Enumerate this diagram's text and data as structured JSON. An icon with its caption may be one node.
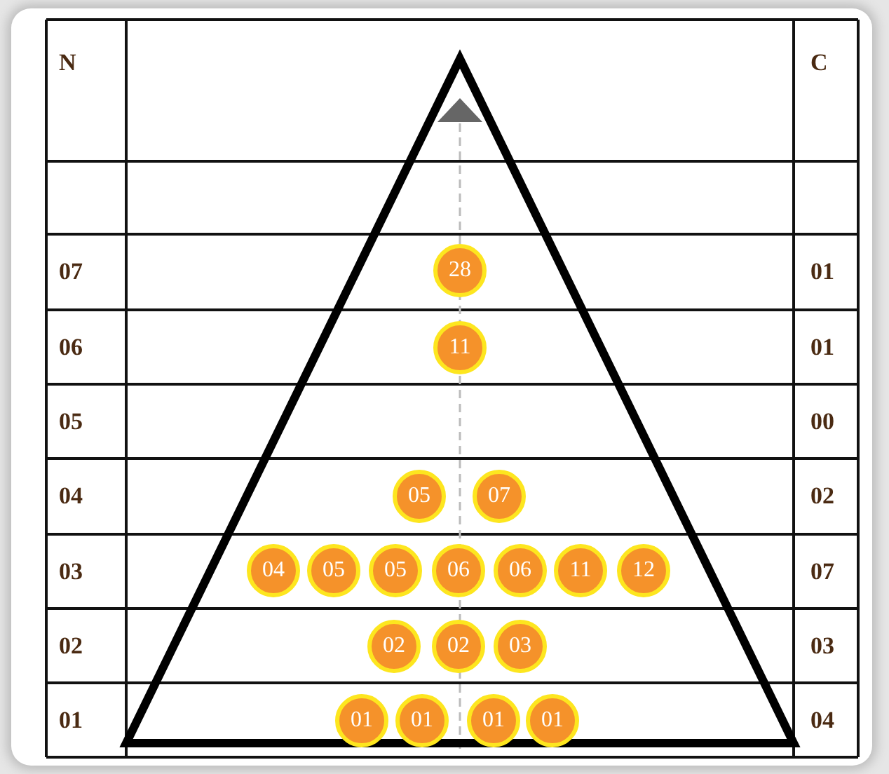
{
  "diagram": {
    "nodes": [
      {
        "text": [
          "28"
        ]
      },
      {
        "text": [
          "11"
        ]
      },
      {
        "text": [
          "05"
        ]
      },
      {
        "text": [
          "07"
        ]
      },
      {
        "text": [
          "04"
        ]
      },
      {
        "text": [
          "05"
        ]
      },
      {
        "text": [
          "05"
        ]
      },
      {
        "text": [
          "06"
        ]
      },
      {
        "text": [
          "06"
        ]
      },
      {
        "text": [
          "11"
        ]
      },
      {
        "text": [
          "12"
        ]
      },
      {
        "text": [
          "02"
        ]
      },
      {
        "text": [
          "02"
        ]
      },
      {
        "text": [
          "03"
        ]
      },
      {
        "text": [
          "01"
        ]
      },
      {
        "text": [
          "01"
        ]
      },
      {
        "text": [
          "01"
        ]
      },
      {
        "text": [
          "01"
        ]
      }
    ],
    "edges": [],
    "labels": [
      "N",
      "C",
      "07",
      "01",
      "06",
      "01",
      "05",
      "00",
      "04",
      "02",
      "03",
      "07",
      "02",
      "03",
      "01",
      "04"
    ]
  }
}
